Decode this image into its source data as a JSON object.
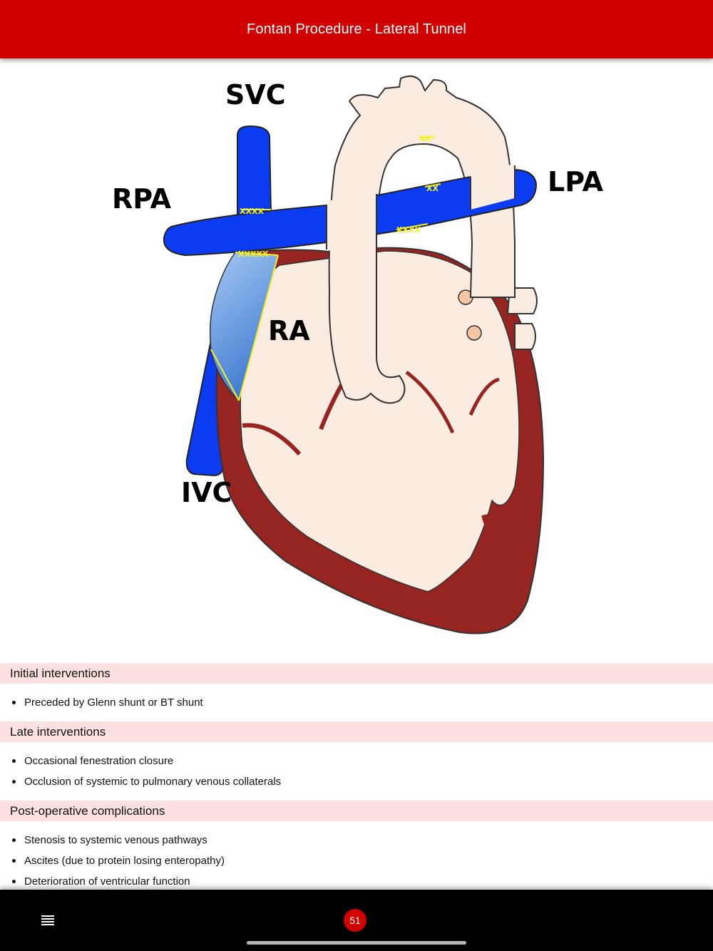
{
  "header": {
    "title": "Fontan Procedure - Lateral Tunnel"
  },
  "diagram": {
    "labels": {
      "svc": "SVC",
      "rpa": "RPA",
      "lpa": "LPA",
      "ra": "RA",
      "ivc": "IVC"
    },
    "colors": {
      "vessel_blue": "#0b3cf2",
      "myocardium": "#962420",
      "chamber": "#fbece1",
      "tunnel_light": "#a6c8f2",
      "tunnel_dark": "#4a84d6",
      "suture": "#f4f024"
    }
  },
  "sections": [
    {
      "title": "Initial interventions",
      "items": [
        "Preceded by Glenn shunt or BT shunt"
      ]
    },
    {
      "title": "Late interventions",
      "items": [
        "Occasional fenestration closure",
        "Occlusion of systemic to pulmonary venous collaterals"
      ]
    },
    {
      "title": "Post-operative complications",
      "items": [
        "Stenosis to systemic venous pathways",
        "Ascites (due to protein losing enteropathy)",
        "Deterioration of ventricular function"
      ]
    }
  ],
  "footer": {
    "menu_icon": "menu-icon",
    "page_number": "51"
  }
}
